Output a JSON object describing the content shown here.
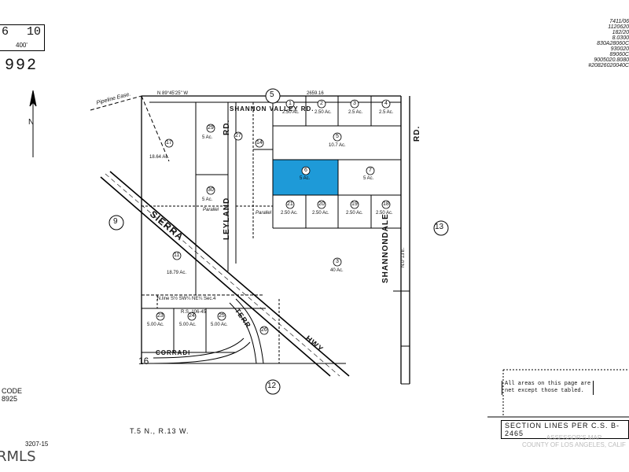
{
  "header": {
    "cell_a": "6",
    "cell_b": "10",
    "scale": "400'",
    "year_fragment": "992"
  },
  "top_right_codes": [
    "7411/06",
    "1120620",
    "182/20",
    "8.0300",
    "830A28060C",
    "930020",
    "89060C",
    "9005020.8080",
    "#20826020040C"
  ],
  "roads": {
    "shannon_valley": "SHANNON  VALLEY  RD.",
    "shannondale": "SHANNONDALE",
    "shannondale_rd": "RD.",
    "sierra": "SIERRA",
    "hwy": "HWY",
    "leyland": "LEYLAND",
    "leyland_rd": "RD.",
    "terr": "TERR",
    "corradi": "CORRADI",
    "pipeline": "Pipeline Ease."
  },
  "section_numbers": [
    "5",
    "9",
    "13",
    "12",
    "16"
  ],
  "parcels": [
    {
      "id": "1",
      "area": "2.50 Ac."
    },
    {
      "id": "2",
      "area": "2.50 Ac."
    },
    {
      "id": "3",
      "area": "2.5 Ac."
    },
    {
      "id": "4",
      "area": "2.5 Ac."
    },
    {
      "id": "5",
      "area": "10.7 Ac."
    },
    {
      "id": "6",
      "area": "5 Ac."
    },
    {
      "id": "7",
      "area": "5 Ac."
    },
    {
      "id": "21",
      "area": "2.50 Ac."
    },
    {
      "id": "20",
      "area": "2.50 Ac."
    },
    {
      "id": "19",
      "area": "2.50 Ac."
    },
    {
      "id": "18",
      "area": "2.50 Ac."
    },
    {
      "id": "17",
      "area": "18.64 Ac."
    },
    {
      "id": "29",
      "area": "5 Ac."
    },
    {
      "id": "30",
      "area": "5 Ac."
    },
    {
      "id": "27",
      "area": ""
    },
    {
      "id": "14",
      "area": ""
    },
    {
      "id": "11",
      "area": "18.79 Ac."
    },
    {
      "id": "3",
      "area": "40 Ac."
    },
    {
      "id": "23",
      "area": "5.00 Ac."
    },
    {
      "id": "24",
      "area": "5.00 Ac."
    },
    {
      "id": "25",
      "area": "5.00 Ac."
    },
    {
      "id": "26",
      "area": ""
    }
  ],
  "highlight_color": "#1e9ad8",
  "misc_labels": {
    "code_label": "CODE",
    "code_value": "8925",
    "township": "T.5 N., R.13 W.",
    "bottom_left_code": "3207-15",
    "mls": "RMLS",
    "section_lines": "SECTION  LINES  PER  C.S.  B-2465",
    "note_line1": "All areas on this page are",
    "note_line2": "net except those tabled.",
    "assessor_line1": "ASSESSOR'S MAP",
    "assessor_line2": "COUNTY OF LOS ANGELES, CALIF",
    "parallel": "Parallel",
    "bearing_top": "N 89°45'25\" W",
    "dist_top": "2659.16",
    "sec_line": "N.line S½ SW¼ NE¼ Sec.4",
    "rs": "R.S. 106-45",
    "bearing_right": "N.0°13'E."
  }
}
